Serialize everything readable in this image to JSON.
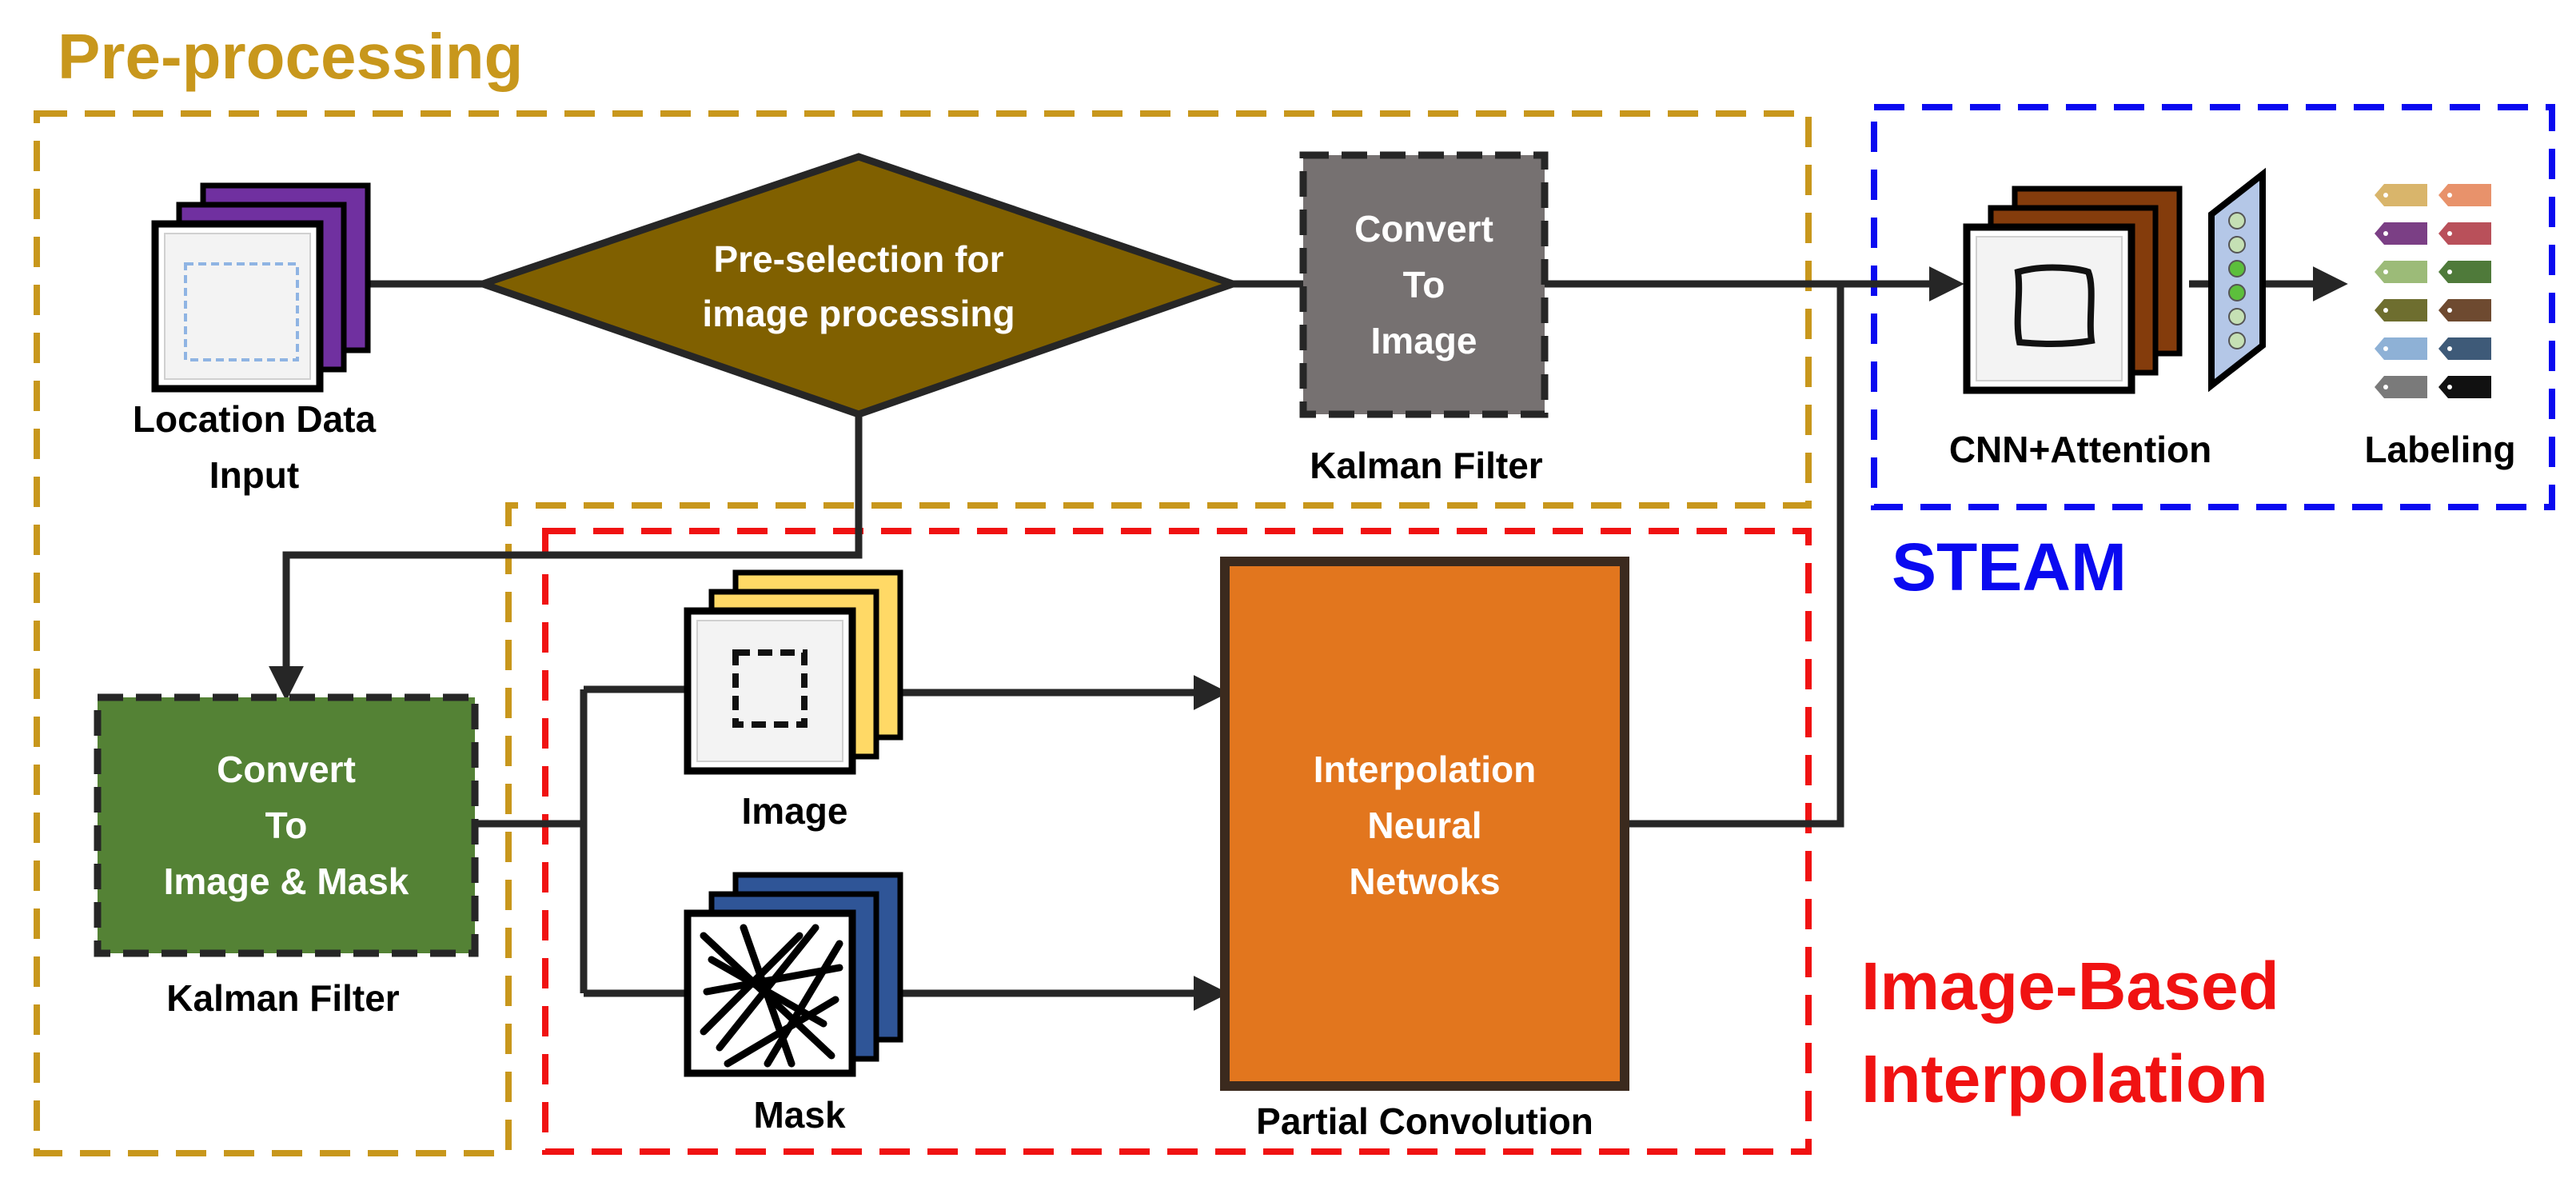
{
  "colors": {
    "preprocessing": "#C8971C",
    "steam": "#0A0AF0",
    "interpolation": "#F01212",
    "diamond": "#806000",
    "gray_box": "#767171",
    "green_box": "#548235",
    "orange_box": "#E2761E",
    "arrow": "#262626"
  },
  "regions": {
    "preprocessing": "Pre-processing",
    "steam": "STEAM",
    "interpolation_line1": "Image-Based",
    "interpolation_line2": "Interpolation"
  },
  "nodes": {
    "location_input": {
      "label_line1": "Location Data",
      "label_line2": "Input",
      "icon": "stacked-trajectory-images-icon"
    },
    "preselection": {
      "line1": "Pre-selection for",
      "line2": "image processing"
    },
    "convert_image": {
      "line1": "Convert",
      "line2": "To",
      "line3": "Image",
      "caption": "Kalman Filter"
    },
    "convert_image_mask": {
      "line1": "Convert",
      "line2": "To",
      "line3": "Image & Mask",
      "caption": "Kalman Filter"
    },
    "image_stack": {
      "caption": "Image",
      "icon": "stacked-image-icon"
    },
    "mask_stack": {
      "caption": "Mask",
      "icon": "stacked-mask-icon"
    },
    "interp_nn": {
      "line1": "Interpolation",
      "line2": "Neural",
      "line3": "Netwoks",
      "caption": "Partial Convolution"
    },
    "cnn": {
      "caption": "CNN+Attention",
      "icon": "stacked-cnn-icon"
    },
    "labeling": {
      "caption": "Labeling",
      "icon": "tag-icon"
    }
  },
  "tag_colors": [
    "#D9B56B",
    "#E8926B",
    "#7B3F85",
    "#B9505A",
    "#9CBB78",
    "#4F7A3A",
    "#6E6E2F",
    "#6E4A30",
    "#8EB1D6",
    "#3E5A78",
    "#7A7A7A",
    "#111111"
  ]
}
